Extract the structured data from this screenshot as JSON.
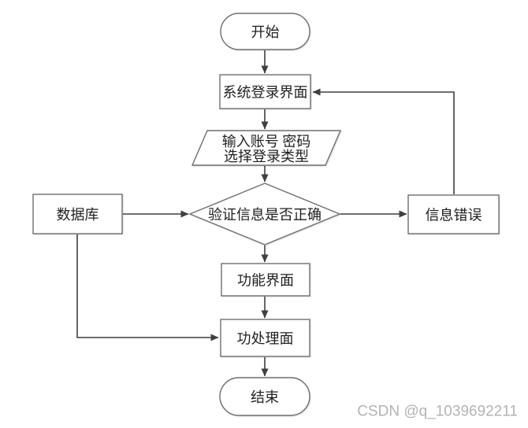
{
  "diagram": {
    "type": "flowchart",
    "nodes": {
      "start": {
        "shape": "terminator",
        "label": "开始"
      },
      "login": {
        "shape": "process",
        "label": "系统登录界面"
      },
      "input": {
        "shape": "parallelogram",
        "line1": "输入账号 密码",
        "line2": "选择登录类型"
      },
      "verify": {
        "shape": "decision",
        "label": "验证信息是否正确"
      },
      "database": {
        "shape": "process",
        "label": "数据库"
      },
      "error": {
        "shape": "process",
        "label": "信息错误"
      },
      "function": {
        "shape": "process",
        "label": "功能界面"
      },
      "process": {
        "shape": "process",
        "label": "功处理面"
      },
      "end": {
        "shape": "terminator",
        "label": "结束"
      }
    },
    "edges": [
      {
        "from": "start",
        "to": "login"
      },
      {
        "from": "login",
        "to": "input"
      },
      {
        "from": "input",
        "to": "verify"
      },
      {
        "from": "verify",
        "to": "function"
      },
      {
        "from": "function",
        "to": "process"
      },
      {
        "from": "process",
        "to": "end"
      },
      {
        "from": "database",
        "to": "verify"
      },
      {
        "from": "verify",
        "to": "error"
      },
      {
        "from": "error",
        "to": "login"
      },
      {
        "from": "database",
        "to": "process"
      }
    ]
  },
  "watermark": "CSDN @q_1039692211",
  "colors": {
    "bg": "#ffffff",
    "line": "#3f3f3f",
    "border": "#6e6e6e",
    "text": "#1f1f1f",
    "watermark": "#b3b3b3"
  }
}
